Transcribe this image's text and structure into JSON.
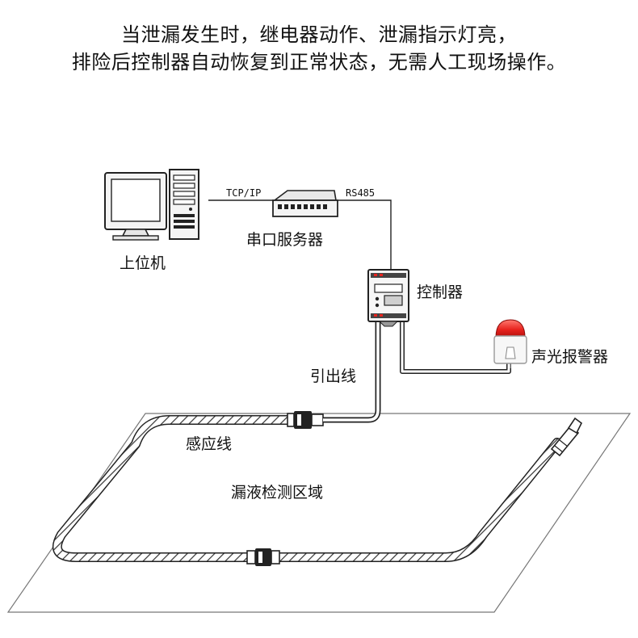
{
  "header": {
    "line1": "当泄漏发生时，继电器动作、泄漏指示灯亮，",
    "line2": "排险后控制器自动恢复到正常状态，无需人工现场操作。"
  },
  "labels": {
    "host_pc": "上位机",
    "serial_server": "串口服务器",
    "controller": "控制器",
    "alarm": "声光报警器",
    "lead_wire": "引出线",
    "sensing_cable": "感应线",
    "detection_zone": "漏液检测区域",
    "tcpip": "TCP/IP",
    "rs485": "RS485"
  },
  "colors": {
    "line": "#222222",
    "alarm_red": "#e8231e",
    "device_gray": "#d9d9d9"
  }
}
